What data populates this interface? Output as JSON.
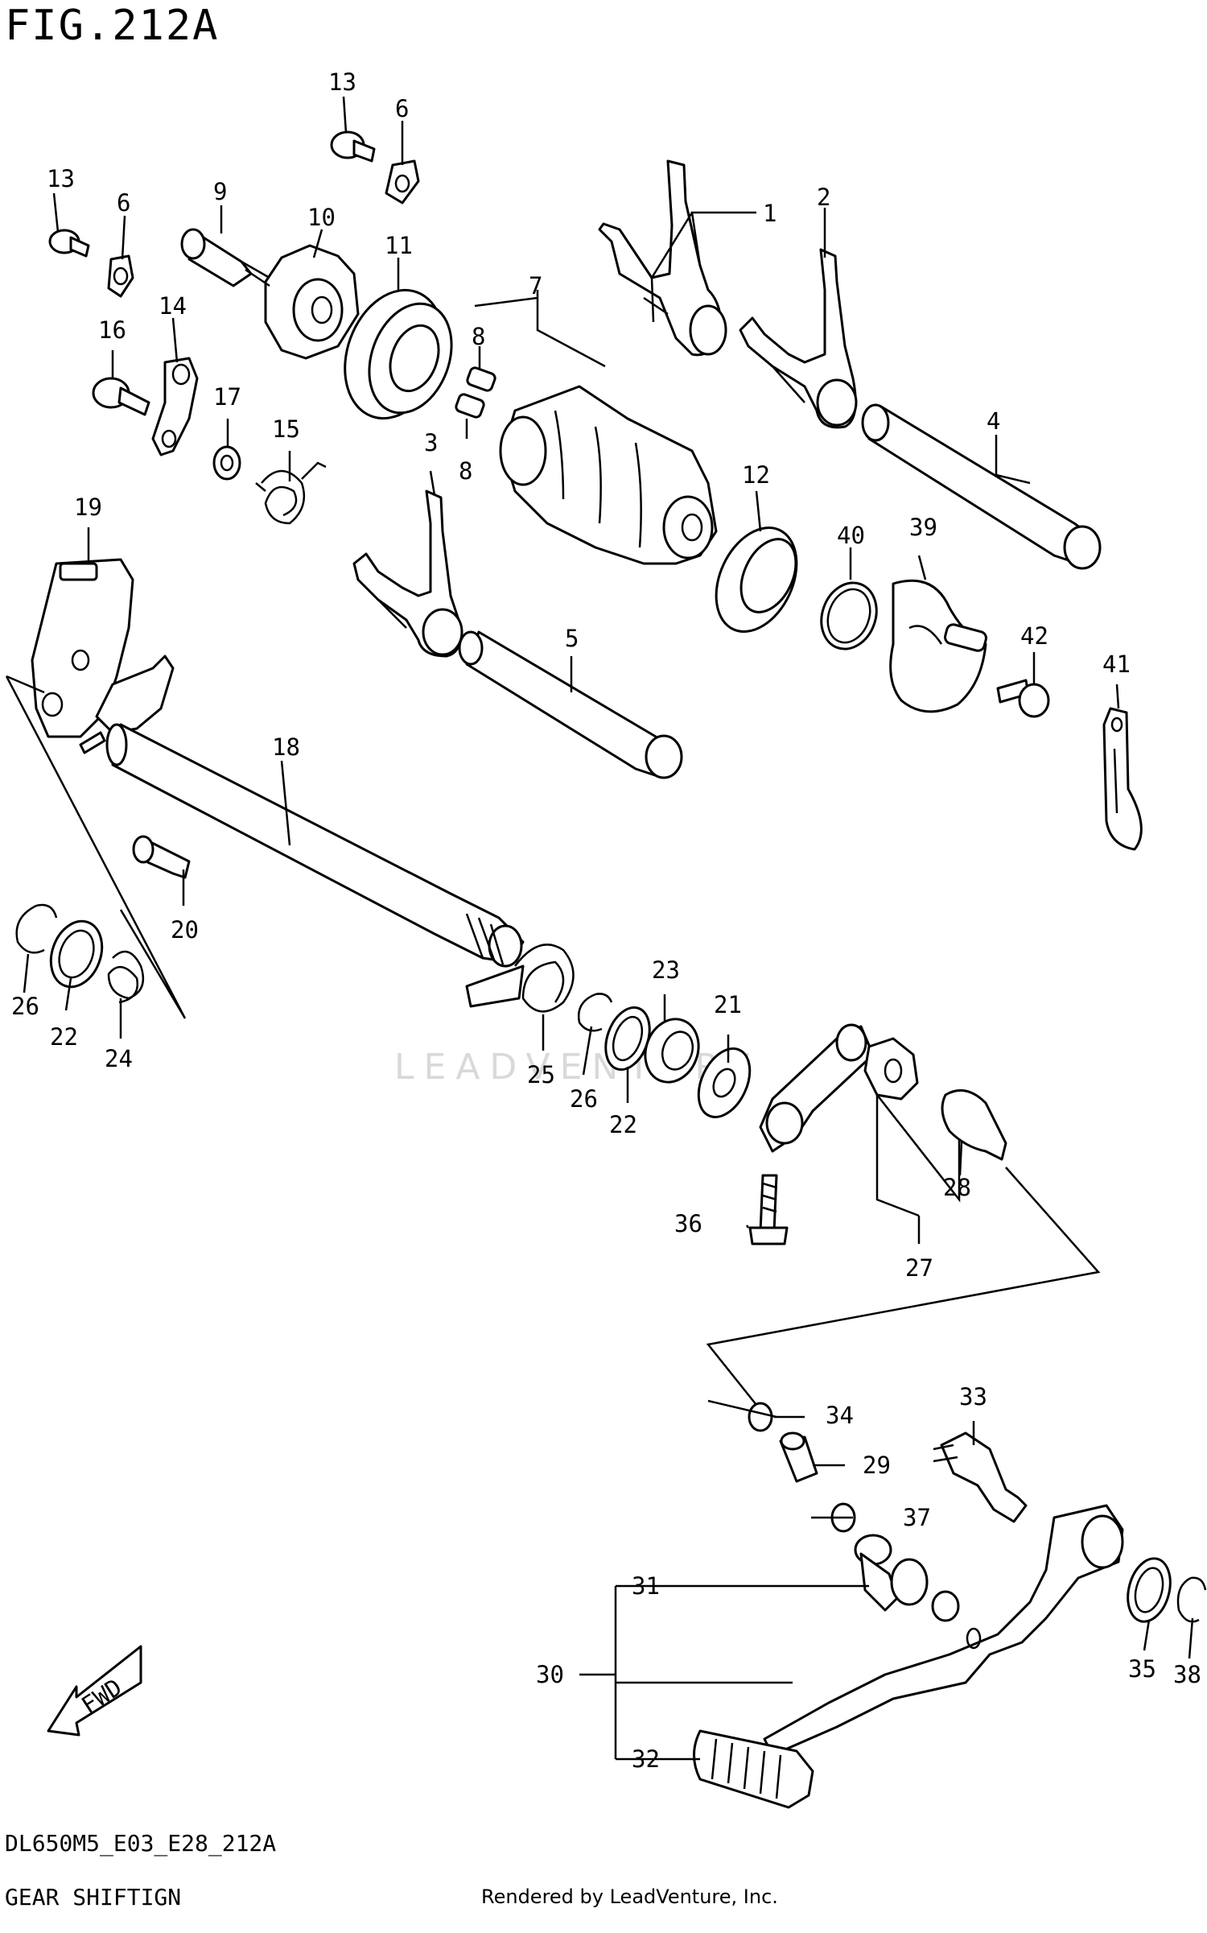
{
  "figure": {
    "title": "FIG.212A",
    "code": "DL650M5_E03_E28_212A",
    "name": "GEAR SHIFTIGN",
    "rendered_by": "Rendered by LeadVenture, Inc.",
    "watermark": "LEADVENTURE",
    "fwd_label": "FWD"
  },
  "callouts": [
    {
      "id": "c1",
      "label": "1"
    },
    {
      "id": "c2",
      "label": "2"
    },
    {
      "id": "c3",
      "label": "3"
    },
    {
      "id": "c4",
      "label": "4"
    },
    {
      "id": "c5",
      "label": "5"
    },
    {
      "id": "c6a",
      "label": "6"
    },
    {
      "id": "c6b",
      "label": "6"
    },
    {
      "id": "c7",
      "label": "7"
    },
    {
      "id": "c8a",
      "label": "8"
    },
    {
      "id": "c8b",
      "label": "8"
    },
    {
      "id": "c9",
      "label": "9"
    },
    {
      "id": "c10",
      "label": "10"
    },
    {
      "id": "c11",
      "label": "11"
    },
    {
      "id": "c12",
      "label": "12"
    },
    {
      "id": "c13a",
      "label": "13"
    },
    {
      "id": "c13b",
      "label": "13"
    },
    {
      "id": "c14",
      "label": "14"
    },
    {
      "id": "c15",
      "label": "15"
    },
    {
      "id": "c16",
      "label": "16"
    },
    {
      "id": "c17",
      "label": "17"
    },
    {
      "id": "c18",
      "label": "18"
    },
    {
      "id": "c19",
      "label": "19"
    },
    {
      "id": "c20",
      "label": "20"
    },
    {
      "id": "c21",
      "label": "21"
    },
    {
      "id": "c22a",
      "label": "22"
    },
    {
      "id": "c22b",
      "label": "22"
    },
    {
      "id": "c23",
      "label": "23"
    },
    {
      "id": "c24",
      "label": "24"
    },
    {
      "id": "c25",
      "label": "25"
    },
    {
      "id": "c26a",
      "label": "26"
    },
    {
      "id": "c26b",
      "label": "26"
    },
    {
      "id": "c27",
      "label": "27"
    },
    {
      "id": "c28",
      "label": "28"
    },
    {
      "id": "c29",
      "label": "29"
    },
    {
      "id": "c30",
      "label": "30"
    },
    {
      "id": "c31",
      "label": "31"
    },
    {
      "id": "c32",
      "label": "32"
    },
    {
      "id": "c33",
      "label": "33"
    },
    {
      "id": "c34",
      "label": "34"
    },
    {
      "id": "c35",
      "label": "35"
    },
    {
      "id": "c36",
      "label": "36"
    },
    {
      "id": "c37",
      "label": "37"
    },
    {
      "id": "c38",
      "label": "38"
    },
    {
      "id": "c39",
      "label": "39"
    },
    {
      "id": "c40",
      "label": "40"
    },
    {
      "id": "c41",
      "label": "41"
    },
    {
      "id": "c42",
      "label": "42"
    }
  ]
}
